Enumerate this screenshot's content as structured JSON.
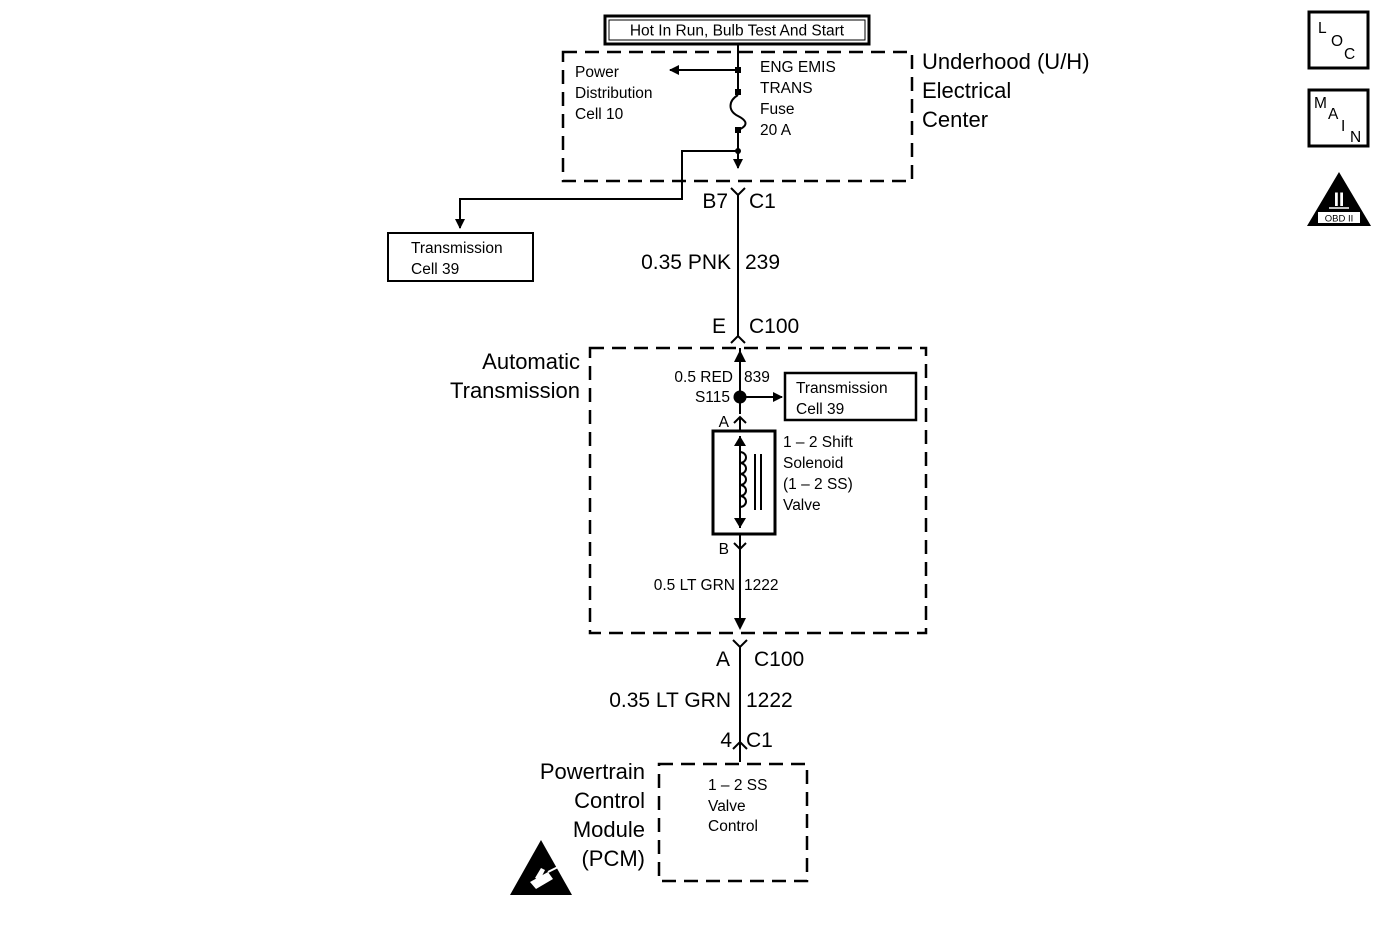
{
  "header": {
    "supply_label": "Hot In Run, Bulb Test And Start"
  },
  "underhood": {
    "title_lines": [
      "Underhood (U/H)",
      "Electrical",
      "Center"
    ],
    "power_dist_lines": [
      "Power",
      "Distribution",
      "Cell 10"
    ],
    "fuse_lines": [
      "ENG EMIS",
      "TRANS",
      "Fuse",
      "20 A"
    ]
  },
  "connector_c1_top": {
    "pin": "B7",
    "name": "C1"
  },
  "trans_ref_left": [
    "Transmission",
    "Cell 39"
  ],
  "wire_239": {
    "gauge_color": "0.35 PNK",
    "circuit": "239"
  },
  "connector_c100_top": {
    "pin": "E",
    "name": "C100"
  },
  "auto_trans": {
    "title_lines": [
      "Automatic",
      "Transmission"
    ],
    "wire_839": {
      "gauge_color": "0.5 RED",
      "circuit": "839"
    },
    "splice": "S115",
    "trans_ref_right": [
      "Transmission",
      "Cell 39"
    ],
    "pin_a": "A",
    "solenoid_lines": [
      "1 – 2 Shift",
      "Solenoid",
      "(1 – 2 SS)",
      "Valve"
    ],
    "pin_b": "B",
    "wire_1222_inner": {
      "gauge_color": "0.5 LT GRN",
      "circuit": "1222"
    }
  },
  "connector_c100_bottom": {
    "pin": "A",
    "name": "C100"
  },
  "wire_1222": {
    "gauge_color": "0.35 LT GRN",
    "circuit": "1222"
  },
  "connector_c1_bottom": {
    "pin": "4",
    "name": "C1"
  },
  "pcm": {
    "title_lines": [
      "Powertrain",
      "Control",
      "Module",
      "(PCM)"
    ],
    "function_lines": [
      "1 – 2 SS",
      "Valve",
      "Control"
    ]
  },
  "side_icons": {
    "loc_letters": [
      "L",
      "O",
      "C"
    ],
    "main_letters": [
      "M",
      "A",
      "I",
      "N"
    ],
    "obd_numeral": "II",
    "obd_label": "OBD II"
  }
}
